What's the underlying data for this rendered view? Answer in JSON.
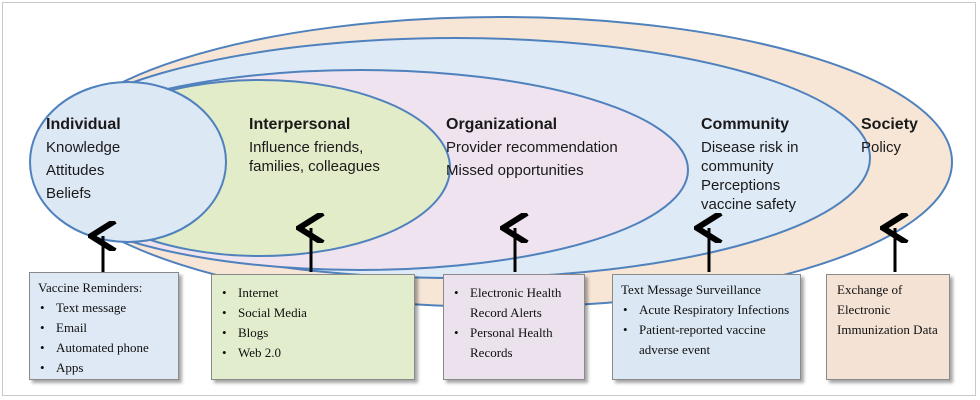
{
  "colors": {
    "society": "#f7e6d6",
    "community": "#deeaf5",
    "organizational": "#eee3ef",
    "interpersonal": "#e3ecc9",
    "individual": "#dde8f5",
    "outline": "#4f81bd",
    "arrow": "#000000"
  },
  "levels": {
    "individual": {
      "title": "Individual",
      "lines": [
        "Knowledge",
        "Attitudes",
        "Beliefs"
      ]
    },
    "interpersonal": {
      "title": "Interpersonal",
      "lines": [
        "Influence friends,",
        "families, colleagues"
      ]
    },
    "organizational": {
      "title": "Organizational",
      "lines": [
        "Provider recommendation",
        "Missed opportunities"
      ]
    },
    "community": {
      "title": "Community",
      "lines": [
        "Disease risk in",
        "community",
        "Perceptions",
        "vaccine safety"
      ]
    },
    "society": {
      "title": "Society",
      "lines": [
        "Policy"
      ]
    }
  },
  "boxes": {
    "vaccine_reminders": {
      "heading": "Vaccine Reminders:",
      "items": [
        "Text message",
        "Email",
        "Automated phone",
        "Apps"
      ]
    },
    "internet": {
      "items": [
        "Internet",
        "Social Media",
        "Blogs",
        "Web 2.0"
      ]
    },
    "ehr": {
      "items": [
        "Electronic Health Record Alerts",
        "Personal Health Records"
      ]
    },
    "surveillance": {
      "heading": "Text Message Surveillance",
      "items": [
        "Acute Respiratory Infections",
        "Patient-reported vaccine adverse event"
      ]
    },
    "exchange": {
      "text": "Exchange of Electronic Immunization Data"
    }
  }
}
